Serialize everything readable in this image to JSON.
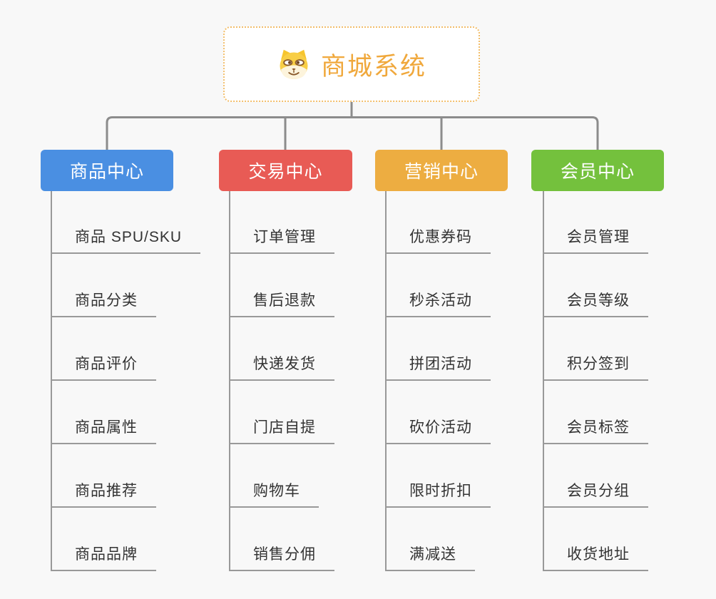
{
  "root": {
    "title": "商城系统",
    "icon": "dog-face-icon"
  },
  "branches": [
    {
      "label": "商品中心",
      "color": "#4A8FE2",
      "children": [
        "商品 SPU/SKU",
        "商品分类",
        "商品评价",
        "商品属性",
        "商品推荐",
        "商品品牌"
      ]
    },
    {
      "label": "交易中心",
      "color": "#E85B55",
      "children": [
        "订单管理",
        "售后退款",
        "快递发货",
        "门店自提",
        "购物车",
        "销售分佣"
      ]
    },
    {
      "label": "营销中心",
      "color": "#EDAD41",
      "children": [
        "优惠券码",
        "秒杀活动",
        "拼团活动",
        "砍价活动",
        "限时折扣",
        "满减送"
      ]
    },
    {
      "label": "会员中心",
      "color": "#74C13D",
      "children": [
        "会员管理",
        "会员等级",
        "积分签到",
        "会员标签",
        "会员分组",
        "收货地址"
      ]
    }
  ],
  "colors": {
    "background": "#F8F8F8",
    "root_accent": "#F0A83C",
    "root_border": "#F2BE6B",
    "connector": "#8C8C8C",
    "child_line": "#999999",
    "child_text": "#333333"
  }
}
